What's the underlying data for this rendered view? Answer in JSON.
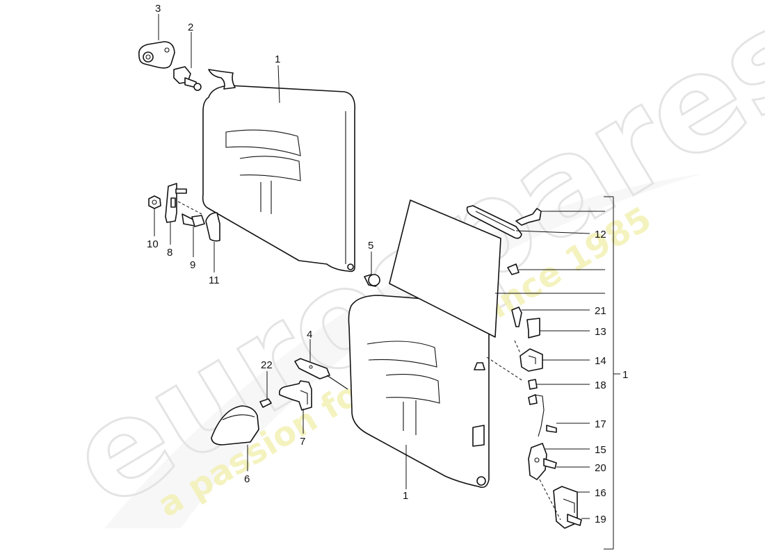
{
  "watermark": {
    "brand": "eurospares",
    "tagline": "a passion for parts since 1985",
    "brand_color": "#e6e6e6",
    "tagline_color": "#f2f0a8"
  },
  "callouts": {
    "c1_top": "1",
    "c2": "2",
    "c3": "3",
    "c4": "4",
    "c5": "5",
    "c6": "6",
    "c7": "7",
    "c8": "8",
    "c9": "9",
    "c10": "10",
    "c11": "11",
    "c12": "12",
    "c13": "13",
    "c14": "14",
    "c15": "15",
    "c16": "16",
    "c17": "17",
    "c18": "18",
    "c19": "19",
    "c20": "20",
    "c21": "21",
    "c22": "22",
    "c1_bottom": "1",
    "c1_bracket": "1"
  },
  "icons": {
    "seat_backrest": "seat-backrest-icon",
    "release_lever": "release-lever-icon",
    "fastening_kit": "fastening-kit-icon"
  }
}
